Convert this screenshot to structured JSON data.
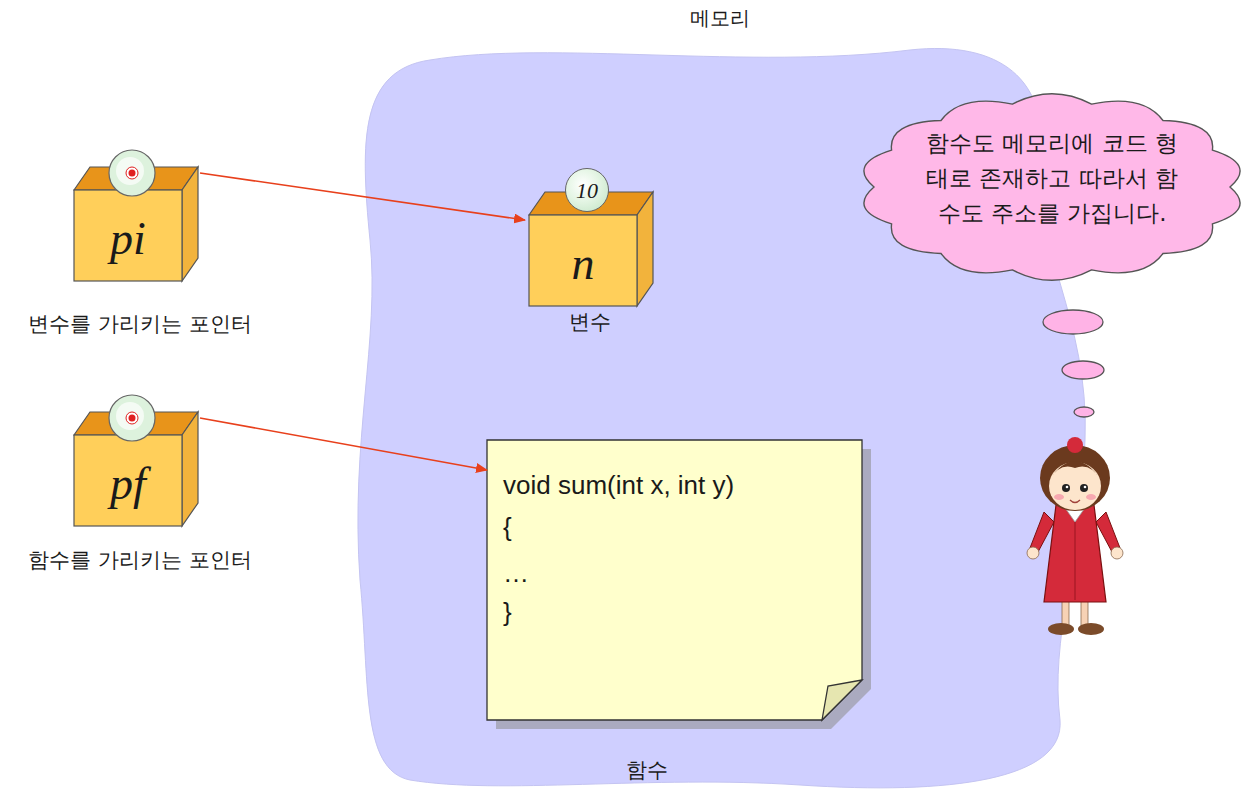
{
  "diagram": {
    "nodes": [
      {
        "text": [
          "메모리"
        ]
      },
      {
        "text": [
          "pi",
          "변수를 가리키는 포인터"
        ]
      },
      {
        "text": [
          "n",
          "변수"
        ],
        "in": 0
      },
      {
        "text": [
          "10"
        ],
        "in": 2
      },
      {
        "text": [
          "pf",
          "함수를 가리키는 포인터"
        ]
      },
      {
        "text": [
          "void sum(int x, int y)",
          "{",
          "…",
          "}",
          "함수"
        ],
        "in": 0
      },
      {
        "text": [
          "함수도 메모리에 코드 형태로 존재하고 따라서 함수도 주소를 가집니다."
        ]
      }
    ],
    "edges": [
      {
        "from": 1,
        "to": 2,
        "arrow": "to"
      },
      {
        "from": 4,
        "to": 5,
        "arrow": "to"
      }
    ]
  }
}
